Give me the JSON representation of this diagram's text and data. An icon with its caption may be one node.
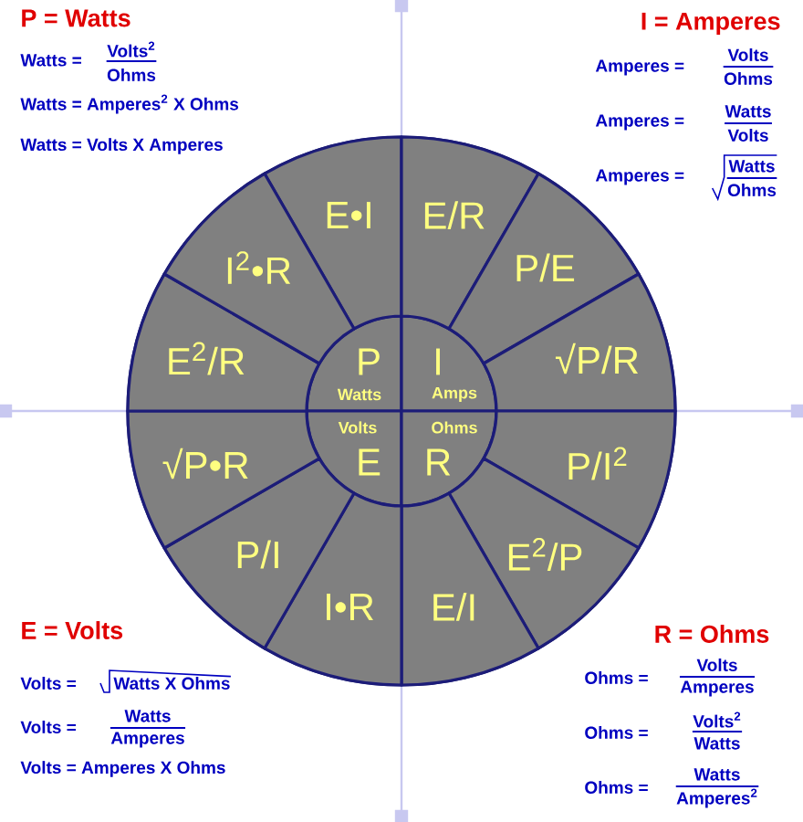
{
  "diagram": {
    "nodes": [
      {
        "text": [],
        "shape": "circle"
      },
      {
        "text": [
          "P",
          "Watts"
        ],
        "in": 0
      },
      {
        "text": [
          "I",
          "Amps"
        ],
        "in": 0
      },
      {
        "text": [
          "Volts",
          "E"
        ],
        "in": 0
      },
      {
        "text": [
          "Ohms",
          "R"
        ],
        "in": 0
      },
      {
        "text": [
          "E•I"
        ],
        "in": 0
      },
      {
        "text": [
          "E/R"
        ],
        "in": 0
      },
      {
        "text": [
          "P/E"
        ],
        "in": 0
      },
      {
        "text": [
          "√P/R"
        ],
        "in": 0
      },
      {
        "text": [
          "P/I$^{2}$"
        ],
        "in": 0
      },
      {
        "text": [
          "E$^{2}$/P"
        ],
        "in": 0
      },
      {
        "text": [
          "E/I"
        ],
        "in": 0
      },
      {
        "text": [
          "I•R"
        ],
        "in": 0
      },
      {
        "text": [
          "P/I"
        ],
        "in": 0
      },
      {
        "text": [
          "√P•R"
        ],
        "in": 0
      },
      {
        "text": [
          "E$^{2}$/R"
        ],
        "in": 0
      },
      {
        "text": [
          "I$^{2}$•R"
        ],
        "in": 0
      }
    ],
    "labels": [
      "P = Watts",
      "Watts =",
      "Volts$^{2}$",
      "Ohms",
      "Watts = Amperes$^{2}$ X Ohms",
      "Watts = Volts X Amperes",
      "I = Amperes",
      "Amperes =",
      "Volts",
      "Ohms",
      "Amperes =",
      "Watts",
      "Volts",
      "Amperes =",
      "Watts",
      "Ohms",
      "E = Volts",
      "Volts =",
      "Watts X Ohms",
      "Volts =",
      "Watts",
      "Amperes",
      "Volts = Amperes X Ohms",
      "R = Ohms",
      "Ohms =",
      "Volts",
      "Amperes",
      "Ohms =",
      "Volts$^{2}$",
      "Watts",
      "Ohms =",
      "Watts",
      "Amperes$^{2}$"
    ]
  }
}
